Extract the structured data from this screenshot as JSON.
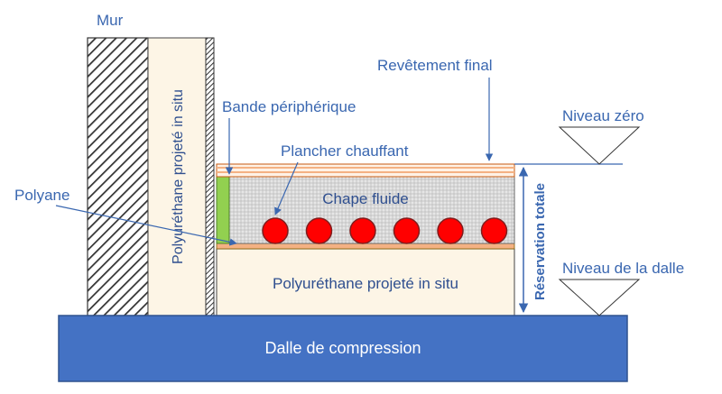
{
  "labels": {
    "wall": "Mur",
    "pu_vertical": "Polyuréthane projeté in situ",
    "perimeter_strip": "Bande périphérique",
    "final_coating": "Revêtement final",
    "zero_level": "Niveau zéro",
    "heated_floor": "Plancher chauffant",
    "polyane": "Polyane",
    "screed": "Chape fluide",
    "total_reservation": "Réservation totale",
    "slab_level": "Niveau de la dalle",
    "pu_horizontal": "Polyuréthane projeté in situ",
    "compression_slab": "Dalle de compression"
  },
  "pipes_count": 6,
  "colors": {
    "label_blue": "#3a67b0",
    "slab_blue": "#4472c4",
    "pu_fill": "#fdf5e6",
    "screed_fill": "#d9d9d9",
    "pipe_red": "#ff0000",
    "strip_green": "#92d050",
    "layer_orange": "#f4b183"
  }
}
